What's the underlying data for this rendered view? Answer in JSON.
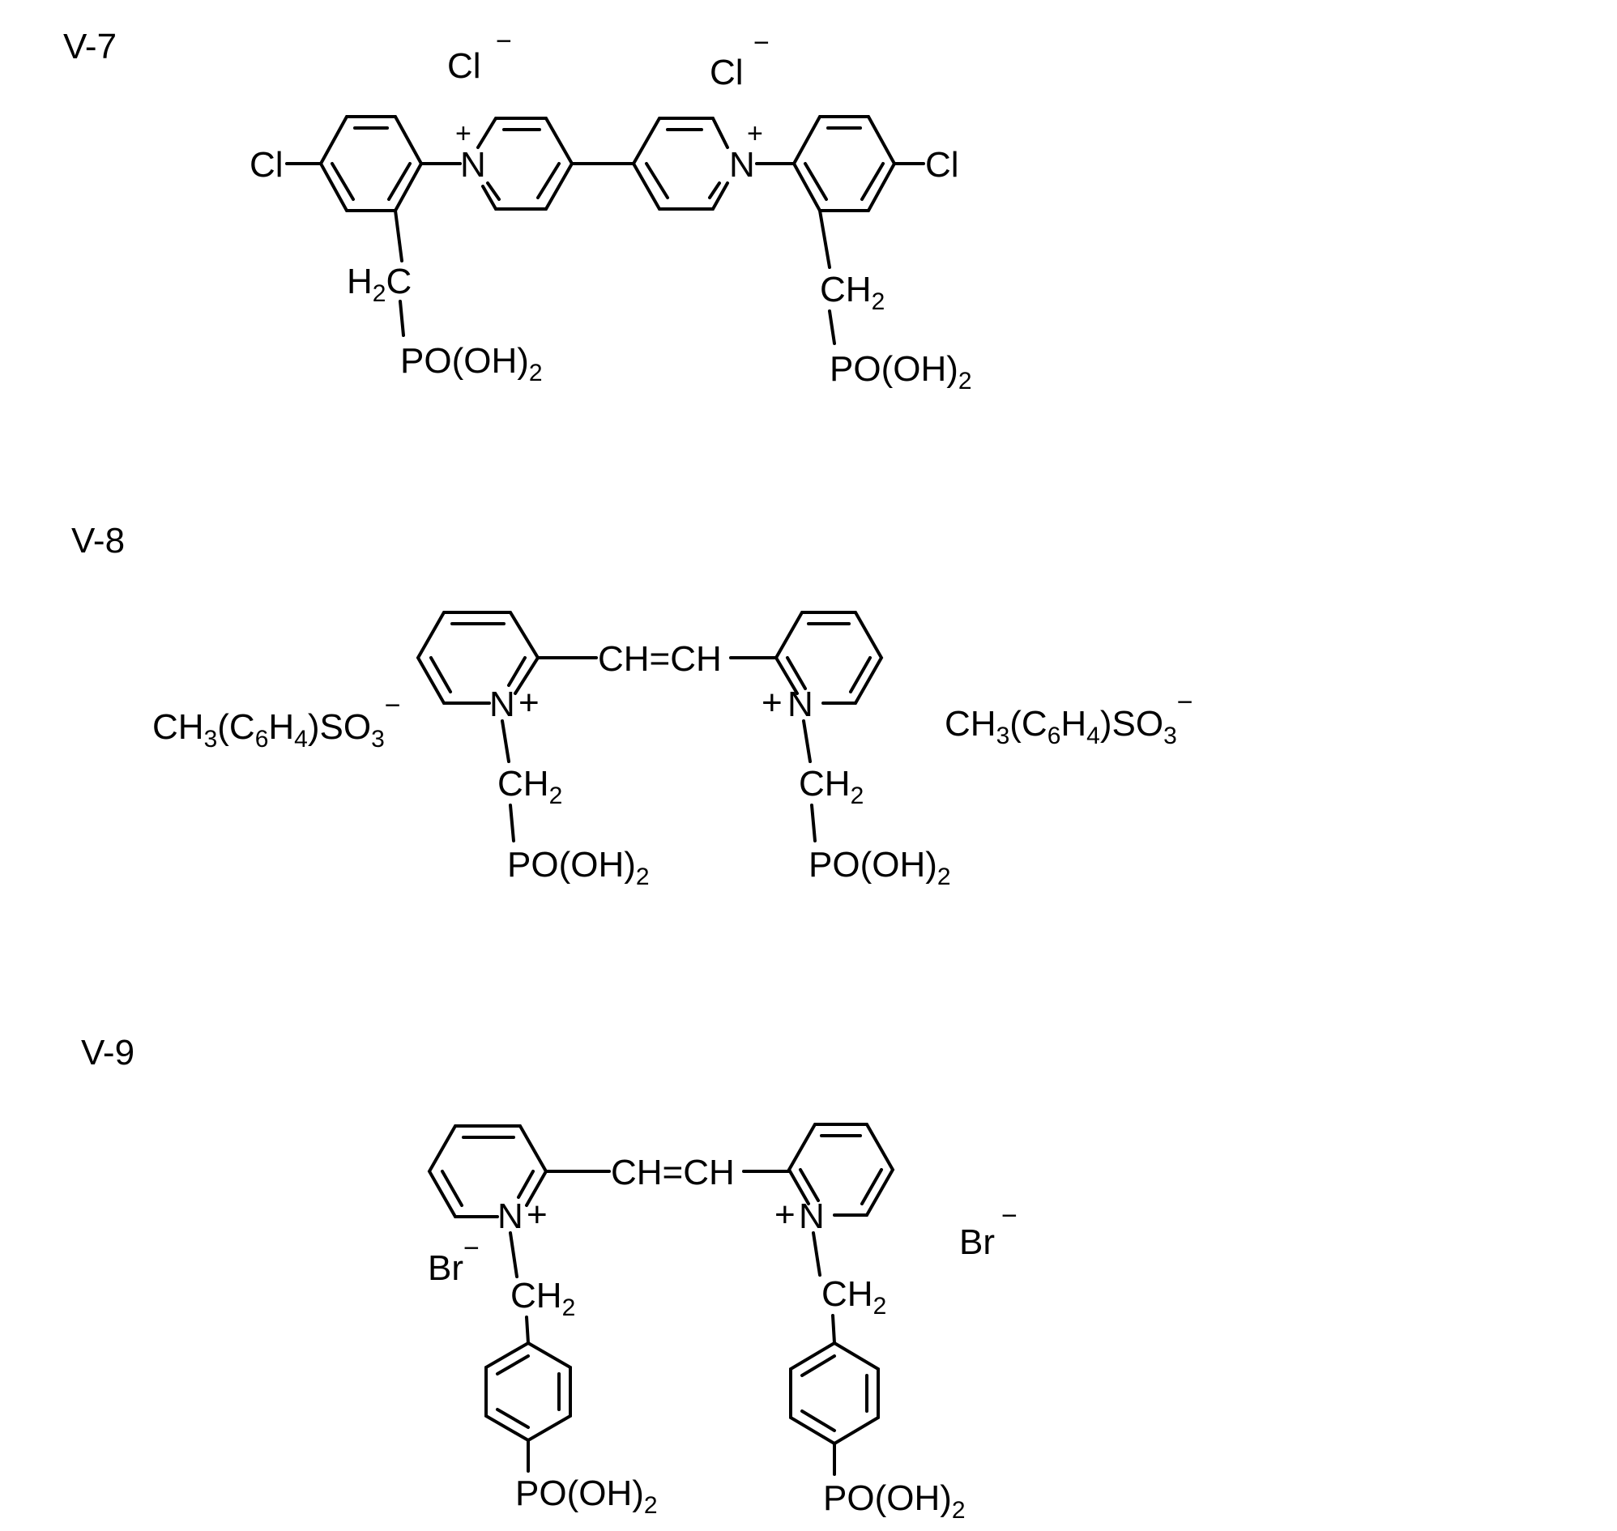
{
  "compounds": [
    {
      "id": "V-7",
      "counterions": [
        "Cl",
        "Cl"
      ],
      "charge_sign": "−",
      "plus_sign": "+",
      "atoms": {
        "N": "N",
        "Cl": "Cl"
      },
      "left_link": {
        "main": "H",
        "sub": "2",
        "tail": "C"
      },
      "right_link": {
        "main": "CH",
        "sub": "2"
      },
      "phosphonate": {
        "main": "PO(OH)",
        "sub": "2"
      }
    },
    {
      "id": "V-8",
      "bridge": "CH=CH",
      "plus_sign": "+",
      "atoms": {
        "N": "N"
      },
      "counterion": {
        "a": "CH",
        "b": "3",
        "c": "(C",
        "d": "6",
        "e": "H",
        "f": "4",
        "g": ")SO",
        "h": "3",
        "charge": "−"
      },
      "link": {
        "main": "CH",
        "sub": "2"
      },
      "phosphonate": {
        "main": "PO(OH)",
        "sub": "2"
      }
    },
    {
      "id": "V-9",
      "bridge": "CH=CH",
      "plus_sign": "+",
      "atoms": {
        "N": "N"
      },
      "counterions": [
        "Br",
        "Br"
      ],
      "charge_sign": "−",
      "link": {
        "main": "CH",
        "sub": "2"
      },
      "phosphonate": {
        "main": "PO(OH)",
        "sub": "2"
      }
    }
  ]
}
